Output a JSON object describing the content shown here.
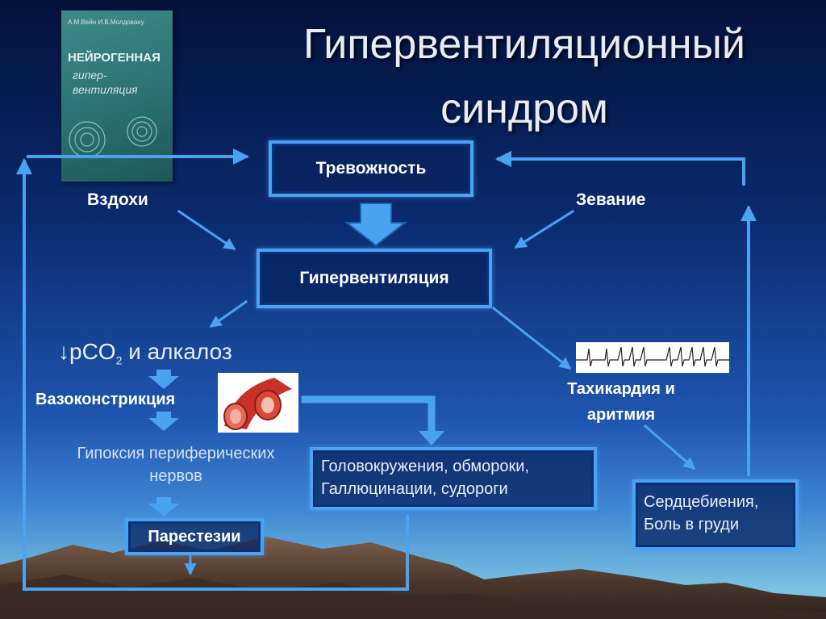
{
  "title": {
    "line1": "Гипервентиляционный",
    "line2": "синдром"
  },
  "book": {
    "authors": "А.М.Вейн  И.В.Молдовану",
    "title": "НЕЙРОГЕННАЯ",
    "subtitle_line1": "гипер-",
    "subtitle_line2": "вентиляция"
  },
  "nodes": {
    "anxiety": "Тревожность",
    "sighs": "Вздохи",
    "yawning": "Зевание",
    "hyperventilation": "Гипервентиляция",
    "pco2": "↓pCO",
    "pco2_sub": "2",
    "pco2_rest": " и алкалоз",
    "vasoconstriction": "Вазоконстрикция",
    "hypoxia_line1": "Гипоксия периферических",
    "hypoxia_line2": "нервов",
    "paresthesia": "Парестезии",
    "dizziness_line1": "Головокружения, обмороки,",
    "dizziness_line2": "Галлюцинации, судороги",
    "tachycardia_line1": "Тахикардия и",
    "tachycardia_line2": "аритмия",
    "palpitations_line1": "Сердцебиения,",
    "palpitations_line2": "Боль в груди"
  },
  "colors": {
    "box_border": "#4aa3f0",
    "arrow": "#4aa3f0",
    "title_text": "#e8ecf4"
  }
}
